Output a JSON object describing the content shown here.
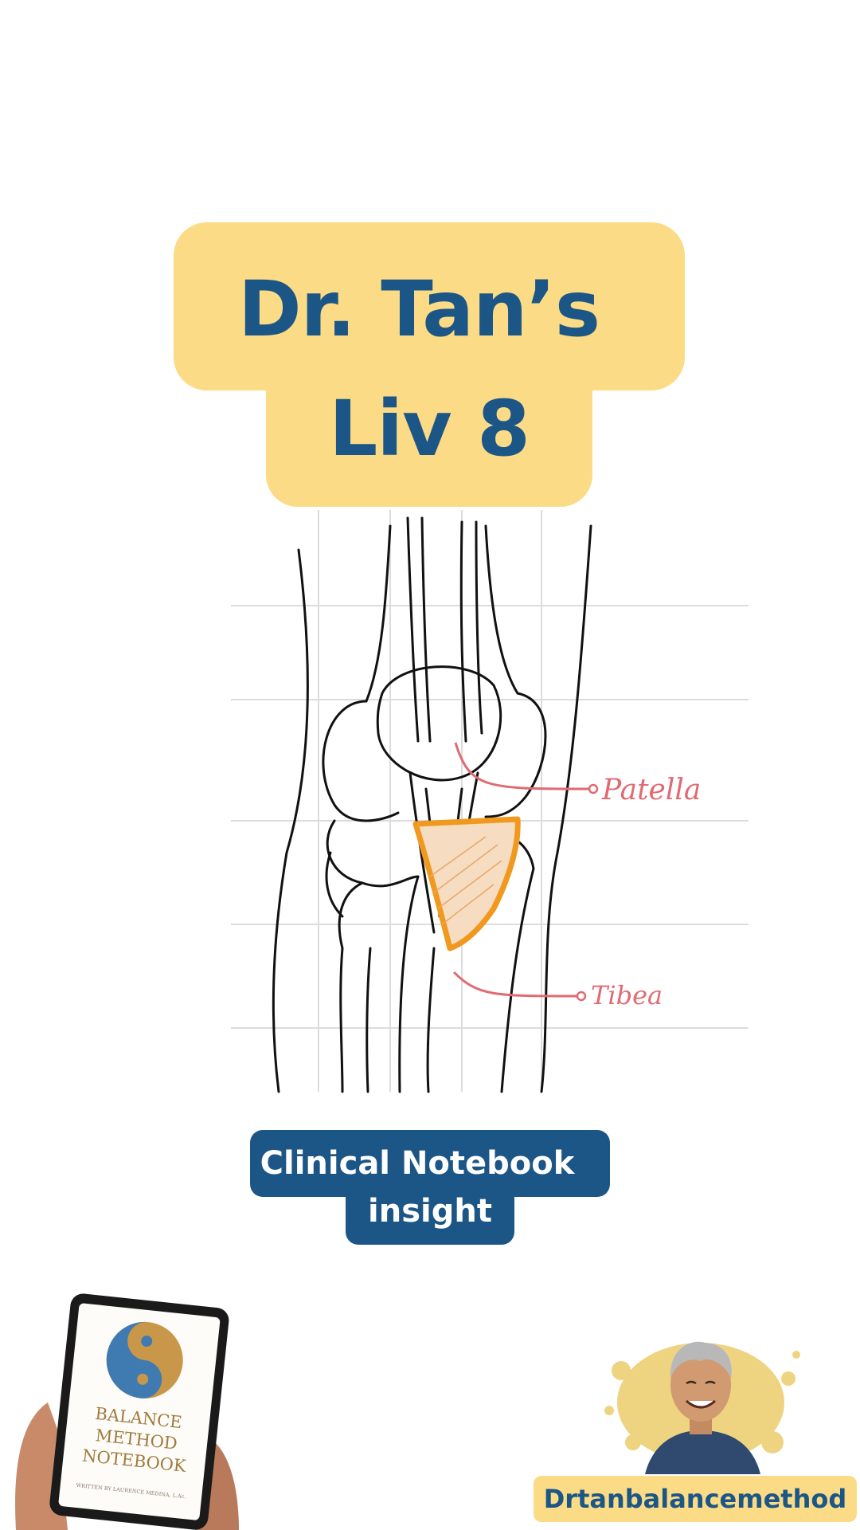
{
  "title": {
    "line1": "Dr. Tan’s",
    "line2": "Liv 8"
  },
  "diagram": {
    "label_patella": "Patella",
    "label_tibia": "Tibea"
  },
  "badge": {
    "line1": "Clinical Notebook",
    "line2": "insight"
  },
  "notebook": {
    "line1": "BALANCE",
    "line2": "METHOD",
    "line3": "NOTEBOOK",
    "subtitle": "WRITTEN BY LAURENCE MEDINA, L.Ac."
  },
  "handle": "Drtanbalancemethod",
  "colors": {
    "navy": "#1c5687",
    "yellow": "#fbdb86",
    "orange": "#f0991e",
    "red_label": "#e06a72"
  }
}
